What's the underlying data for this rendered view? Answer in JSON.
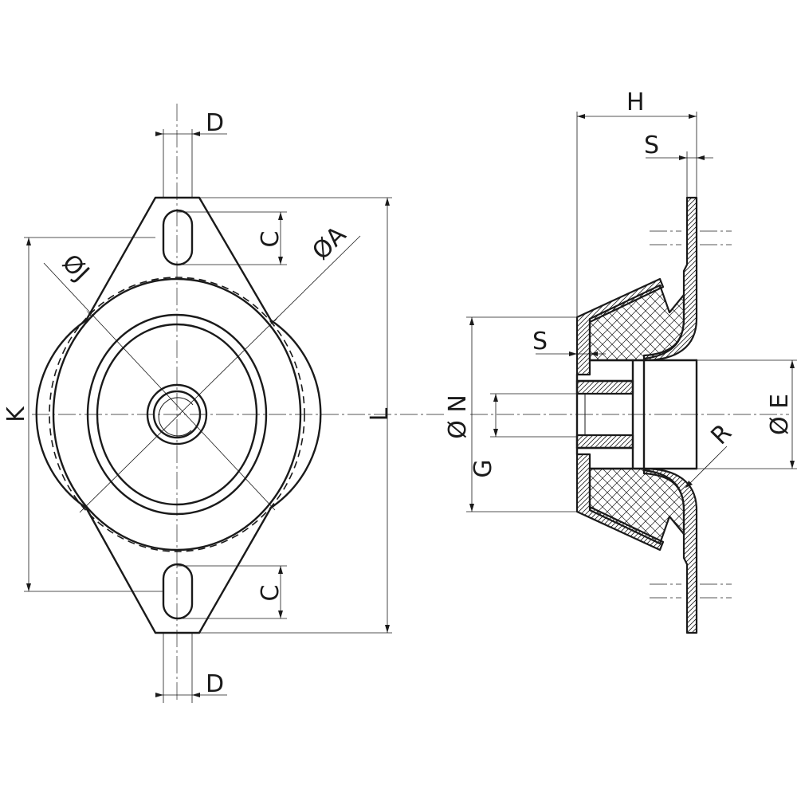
{
  "dimensions": {
    "D": "D",
    "C": "C",
    "phiA": "ØA",
    "phiJ": "ØJ",
    "K": "K",
    "L": "L",
    "H": "H",
    "S": "S",
    "phiN": "Ø N",
    "G": "G",
    "phiE": "Ø E",
    "R": "R"
  }
}
